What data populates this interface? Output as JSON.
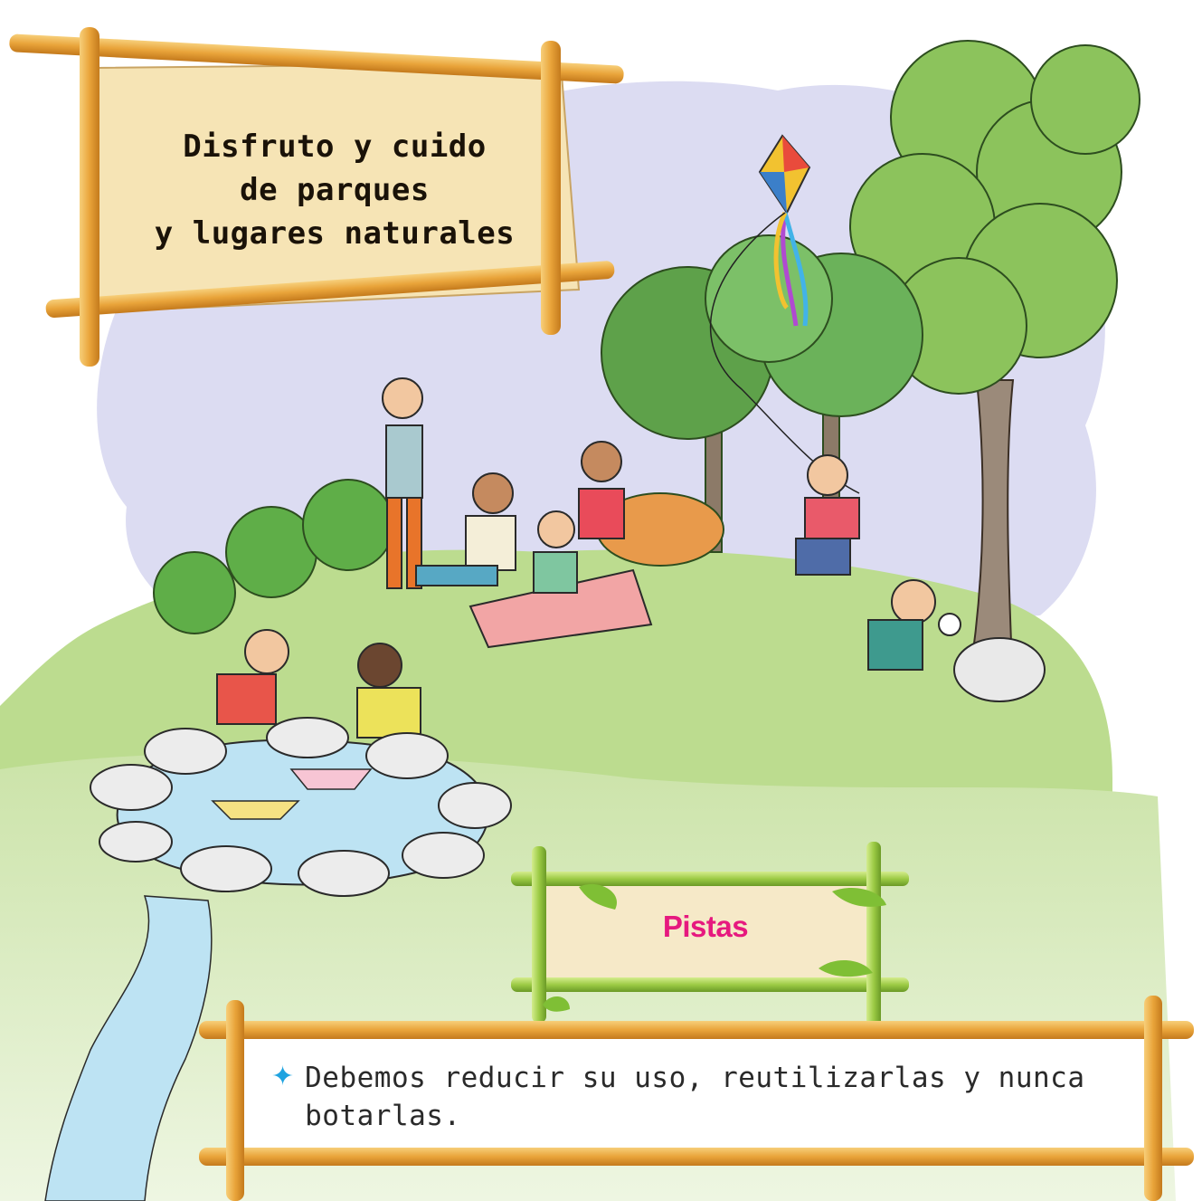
{
  "title": {
    "lines": [
      "Disfruto y cuido",
      "de parques",
      "y lugares naturales"
    ]
  },
  "pistas": {
    "label": "Pistas"
  },
  "hint": {
    "bullet_icon": "four-point-star-icon",
    "text": "Debemos reducir su uso, reutilizarlas y nunca botarlas."
  },
  "colors": {
    "bamboo_orange": "#e9a43a",
    "bamboo_green": "#9ccb45",
    "board_wood": "#f6e4b5",
    "pistas_pink": "#e6197f",
    "bullet_blue": "#1fa3e0",
    "sky_lavender": "#dcdcf2",
    "grass": "#b8d98a",
    "water": "#bde3f3"
  }
}
